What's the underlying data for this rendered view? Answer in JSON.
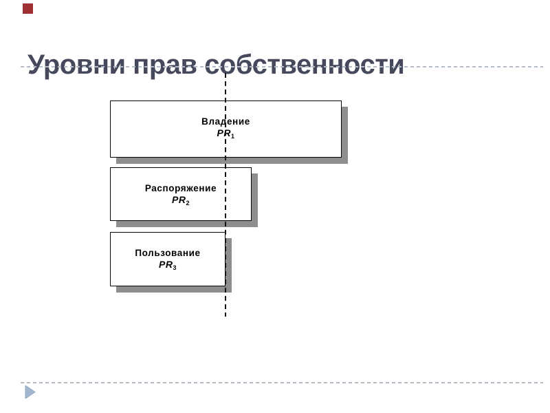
{
  "slide": {
    "title": "Уровни прав собственности",
    "colors": {
      "title_text": "#46485C",
      "divider_dash": "#B3BDC8",
      "axis_dash": "#141414",
      "box_border": "#000000",
      "box_shadow": "#8E8E8E",
      "accent_square": "#9E2F33",
      "footer_triangle": "#A3B8D0"
    },
    "icons": {
      "corner_marker": "red-square",
      "footer_marker": "right-pointing-triangle"
    }
  },
  "diagram": {
    "axis": "vertical-dashed-line",
    "boxes": [
      {
        "label": "Владение",
        "symbol": "PR",
        "subscript": "1"
      },
      {
        "label": "Распоряжение",
        "symbol": "PR",
        "subscript": "2"
      },
      {
        "label": "Пользование",
        "symbol": "PR",
        "subscript": "3"
      }
    ]
  }
}
